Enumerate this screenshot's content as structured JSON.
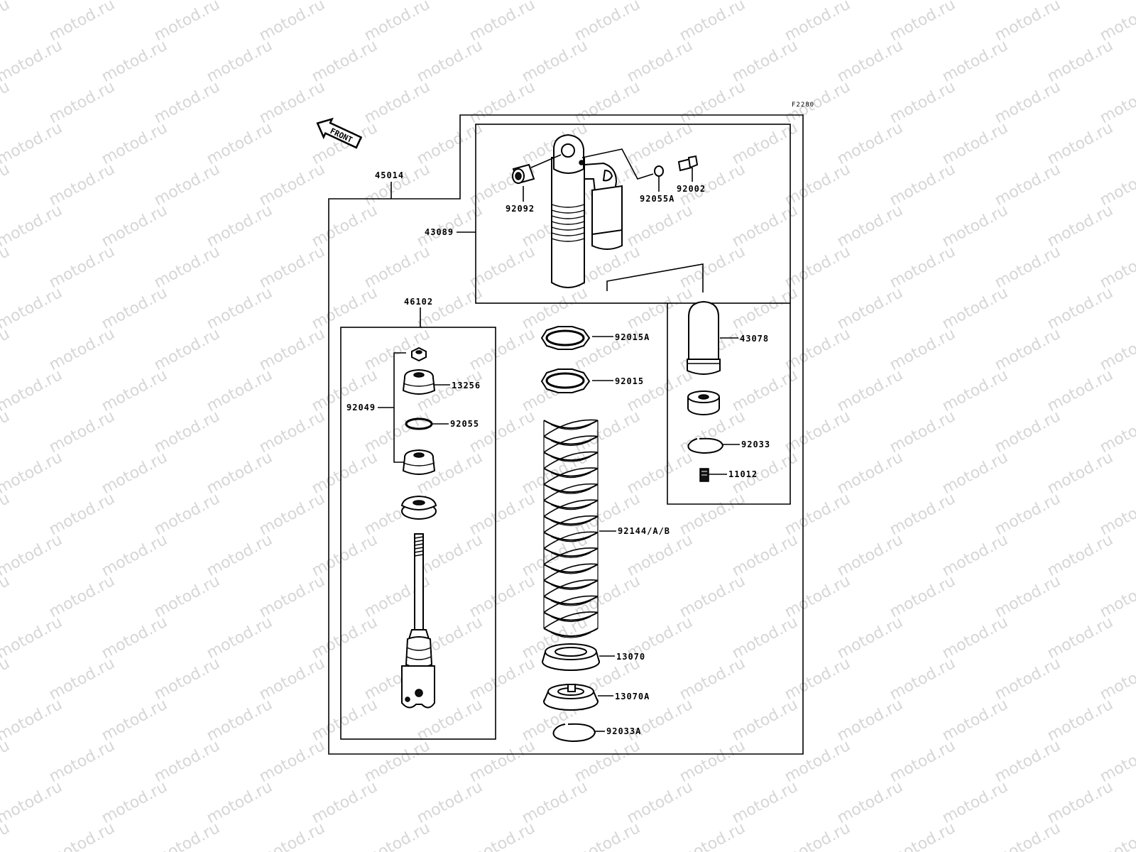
{
  "watermark": "motod.ru",
  "figure_code": "F2280",
  "front_label": "FRONT",
  "parts": {
    "assembly": "45014",
    "shock_body": "43089",
    "bushing": "92092",
    "o_ring_small": "92055A",
    "bleed_screw": "92002",
    "rod_assembly": "46102",
    "set_92049": "92049",
    "seat_13256": "13256",
    "o_ring": "92055",
    "nut_ring_a": "92015A",
    "nut_ring": "92015",
    "spring": "92144/A/B",
    "guide": "13070",
    "guide_a": "13070A",
    "circlip_a": "92033A",
    "reservoir_bladder": "43078",
    "circlip": "92033",
    "valve": "11012"
  }
}
